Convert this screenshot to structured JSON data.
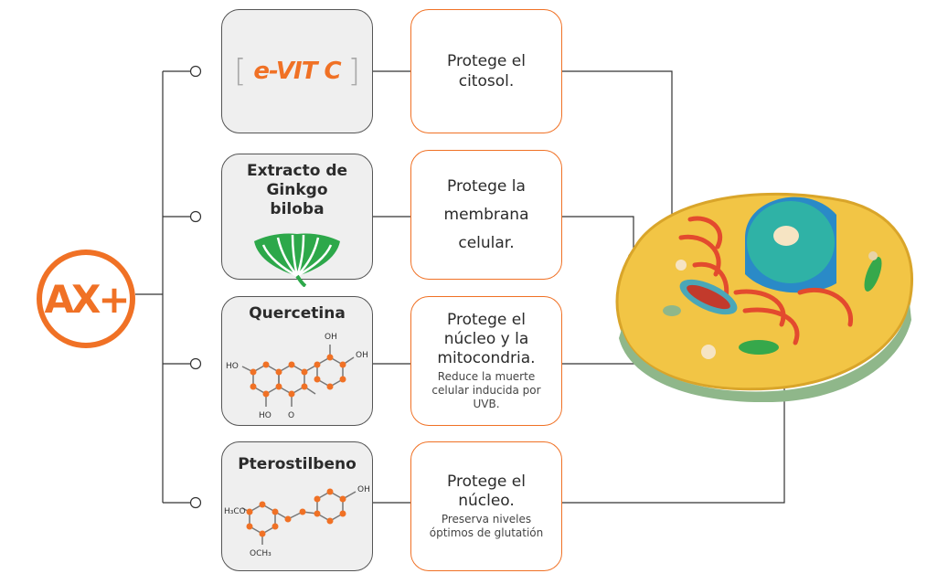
{
  "logo": {
    "text": "AX+"
  },
  "ingredients": [
    {
      "name": "e-VIT C"
    },
    {
      "name": "Extracto de Ginkgo biloba"
    },
    {
      "name": "Quercetina",
      "labels": {
        "oh1": "OH",
        "oh2": "OH",
        "ho1": "HO",
        "ho2": "HO",
        "o": "O"
      }
    },
    {
      "name": "Pterostilbeno",
      "labels": {
        "oh": "OH",
        "h3co": "H₃CO",
        "och3": "OCH₃"
      }
    }
  ],
  "benefits": [
    {
      "title": "Protege el citosol.",
      "sub": ""
    },
    {
      "title": "Protege la membrana celular.",
      "sub": ""
    },
    {
      "title": "Protege el núcleo y la mitocondria.",
      "sub": "Reduce la muerte celular inducida por UVB."
    },
    {
      "title": "Protege el núcleo.",
      "sub": "Preserva niveles óptimos de glutatión"
    }
  ],
  "colors": {
    "accent": "#f07125",
    "line": "#333333",
    "box": "#efefef"
  }
}
